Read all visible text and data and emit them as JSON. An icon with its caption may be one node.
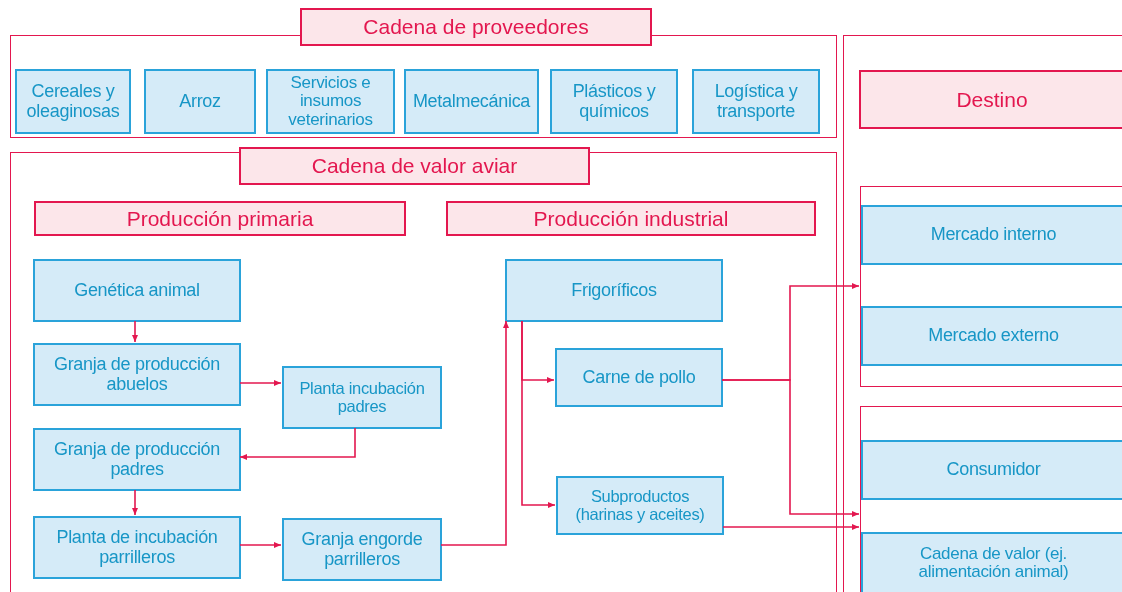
{
  "diagram": {
    "nodes": [
      {
        "text": [],
        "shape": "box"
      },
      {
        "text": [
          "Cadena de proveedores"
        ]
      },
      {
        "text": [
          "Cereales y oleaginosas"
        ],
        "in": 0
      },
      {
        "text": [
          "Arroz"
        ],
        "in": 0
      },
      {
        "text": [
          "Servicios e insumos veterinarios"
        ],
        "in": 0
      },
      {
        "text": [
          "Metalmecánica"
        ],
        "in": 0
      },
      {
        "text": [
          "Plásticos y químicos"
        ],
        "in": 0
      },
      {
        "text": [
          "Logística y transporte"
        ],
        "in": 0
      },
      {
        "text": [],
        "shape": "box"
      },
      {
        "text": [
          "Cadena de valor aviar"
        ]
      },
      {
        "text": [
          "Producción primaria"
        ],
        "in": 8
      },
      {
        "text": [
          "Producción industrial"
        ],
        "in": 8
      },
      {
        "text": [
          "Genética animal"
        ],
        "in": 8
      },
      {
        "text": [
          "Granja de producción abuelos"
        ],
        "in": 8
      },
      {
        "text": [
          "Planta incubación padres"
        ],
        "in": 8
      },
      {
        "text": [
          "Granja de producción padres"
        ],
        "in": 8
      },
      {
        "text": [
          "Planta de incubación parrilleros"
        ],
        "in": 8
      },
      {
        "text": [
          "Granja engorde parrilleros"
        ],
        "in": 8
      },
      {
        "text": [
          "Frigoríficos"
        ],
        "in": 8
      },
      {
        "text": [
          "Carne de pollo"
        ],
        "in": 8
      },
      {
        "text": [
          "Subproductos (harinas y aceites)"
        ],
        "in": 8
      },
      {
        "text": [],
        "shape": "box"
      },
      {
        "text": [
          "Destino"
        ],
        "in": 21
      },
      {
        "text": [],
        "shape": "box",
        "in": 21
      },
      {
        "text": [
          "Mercado interno"
        ],
        "in": 23
      },
      {
        "text": [
          "Mercado externo"
        ],
        "in": 23
      },
      {
        "text": [],
        "shape": "box",
        "in": 21
      },
      {
        "text": [
          "Consumidor"
        ],
        "in": 26
      },
      {
        "text": [
          "Cadena de valor (ej. alimentación animal)"
        ],
        "in": 26
      }
    ],
    "edges": [
      {
        "from": 12,
        "to": 13,
        "arrow": "to"
      },
      {
        "from": 13,
        "to": 14,
        "arrow": "to"
      },
      {
        "from": 14,
        "to": 15,
        "arrow": "to"
      },
      {
        "from": 15,
        "to": 16,
        "arrow": "to"
      },
      {
        "from": 16,
        "to": 17,
        "arrow": "to"
      },
      {
        "from": 17,
        "to": 18,
        "arrow": "to"
      },
      {
        "from": 18,
        "to": 19,
        "arrow": "to"
      },
      {
        "from": 18,
        "to": 20,
        "arrow": "to"
      },
      {
        "from": 19,
        "to": 23,
        "arrow": "to"
      },
      {
        "from": 19,
        "to": 26,
        "arrow": "to"
      },
      {
        "from": 20,
        "to": 26,
        "arrow": "to"
      }
    ]
  }
}
